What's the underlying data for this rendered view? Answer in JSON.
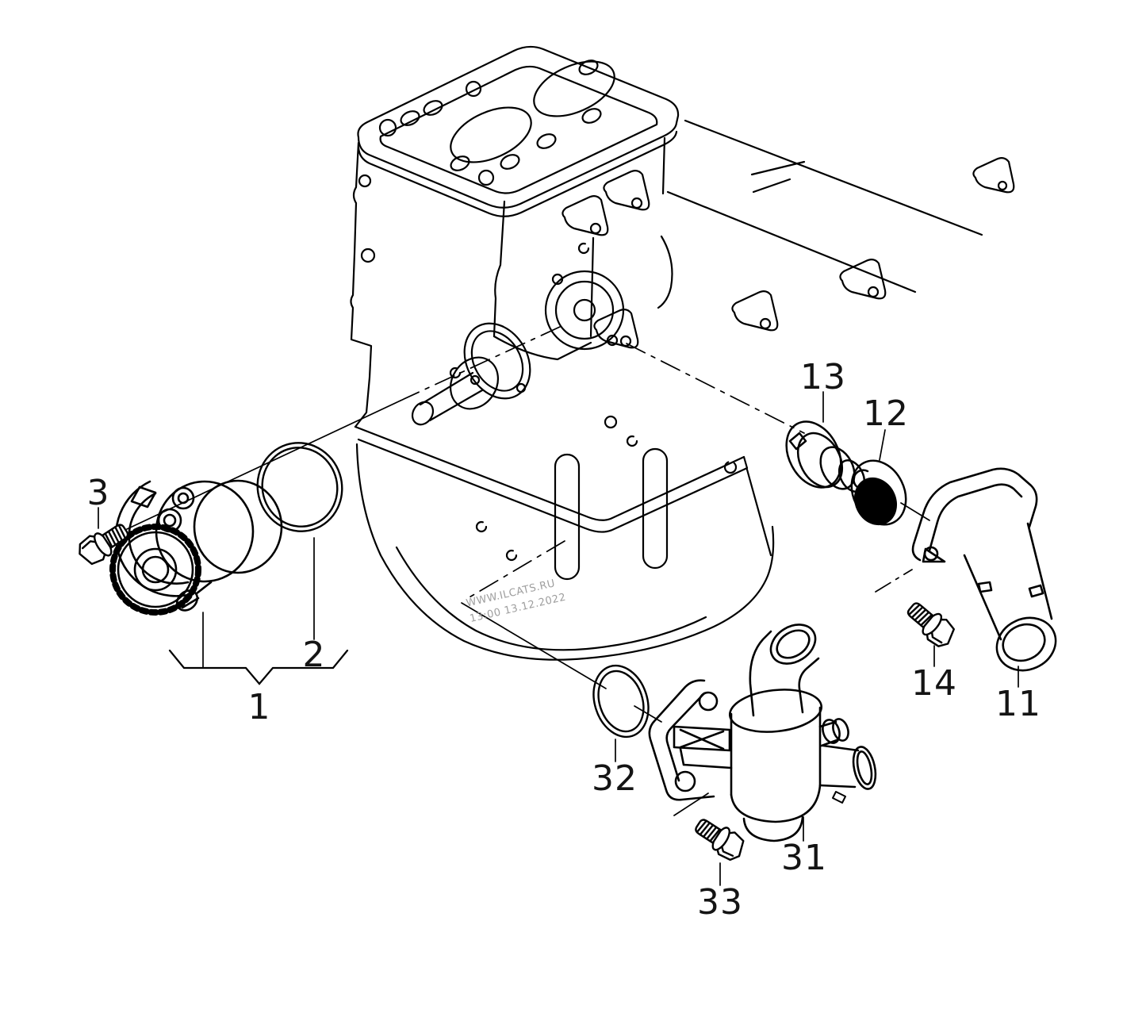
{
  "callouts": [
    {
      "num": "3"
    },
    {
      "num": "2"
    },
    {
      "num": "1"
    },
    {
      "num": "13"
    },
    {
      "num": "12"
    },
    {
      "num": "14"
    },
    {
      "num": "11"
    },
    {
      "num": "32"
    },
    {
      "num": "31"
    },
    {
      "num": "33"
    }
  ],
  "watermark": {
    "line1": "WWW.ILCATS.RU",
    "line2": "13:00 13.12.2022"
  },
  "colors": {
    "background": "#ffffff",
    "line": "#000000",
    "label": "#141414",
    "watermark": "#9e9e9e",
    "seal_fill": "#000000"
  }
}
